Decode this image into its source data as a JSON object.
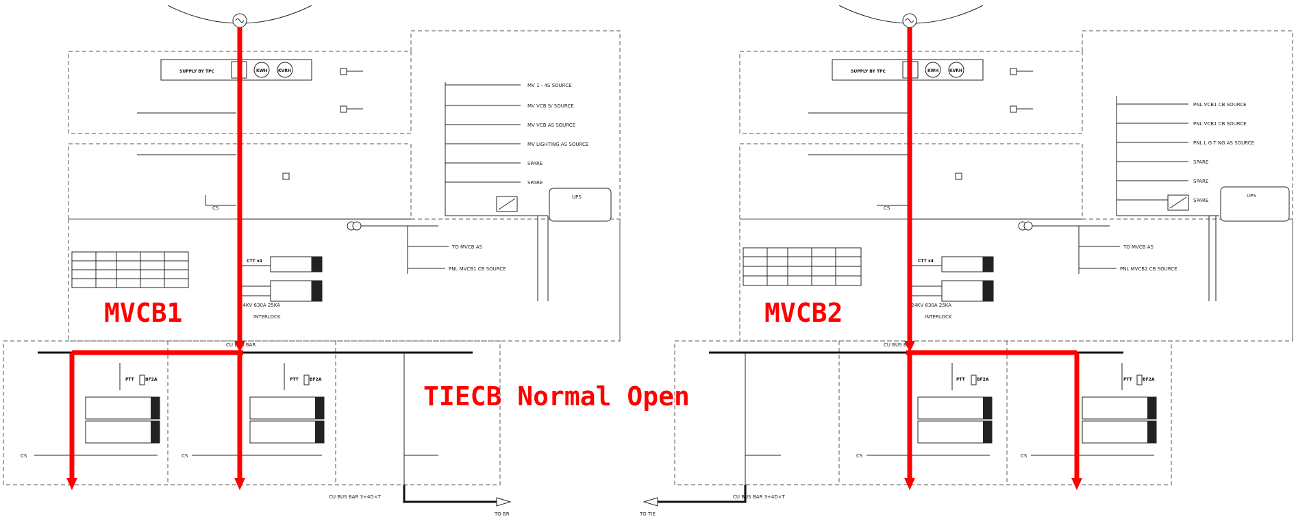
{
  "colors": {
    "highlight": "#ff0000",
    "line": "#222222",
    "background": "#ffffff"
  },
  "labels": {
    "mvcb1": "MVCB1",
    "mvcb2": "MVCB2",
    "tiecb": "TIECB Normal Open",
    "to_br": "TO BR",
    "to_tie": "TO TIE"
  },
  "left": {
    "supply": "SUPPLY BY TPC",
    "meter_a": "KWH",
    "meter_b": "KVRH",
    "feeders": [
      "MV 1 - 4S SOURCE",
      "MV VCB S/ SOURCE",
      "MV VCB AS SOURCE",
      "MV LIGHTING AS SOURCE",
      "SPARE",
      "SPARE"
    ],
    "ups": "UPS",
    "to_mvcb": "TO MVCB AS",
    "mvcb_source": "PNL MVCB1 CB SOURCE",
    "ctt": "CTT x4",
    "ptt": "PTT",
    "bf": "BF2A",
    "vcb_spec": "24KV 630A 25KA",
    "interlock": "INTERLOCK",
    "cs": "CS",
    "bus_bar": "CU BUS BAR",
    "bus_bar_low": "CU BUS BAR 3+4D×T"
  },
  "right": {
    "supply": "SUPPLY BY TPC",
    "meter_a": "KWH",
    "meter_b": "KVRH",
    "feeders": [
      "PNL VCB1 CB SOURCE",
      "PNL VCB1 CB SOURCE",
      "PNL L G T NG AS SOURCE",
      "SPARE",
      "SPARE",
      "SPARE"
    ],
    "ups": "UPS",
    "to_mvcb": "TO MVCB AS",
    "mvcb_source": "PNL MVCB2 CB SOURCE",
    "ctt": "CTT x4",
    "ptt": "PTT",
    "bf": "BF2A",
    "vcb_spec": "24KV 630A 25KA",
    "interlock": "INTERLOCK",
    "cs": "CS",
    "bus_bar": "CU BUS BAR",
    "bus_bar_low": "CU BUS BAR 3+4D×T"
  }
}
